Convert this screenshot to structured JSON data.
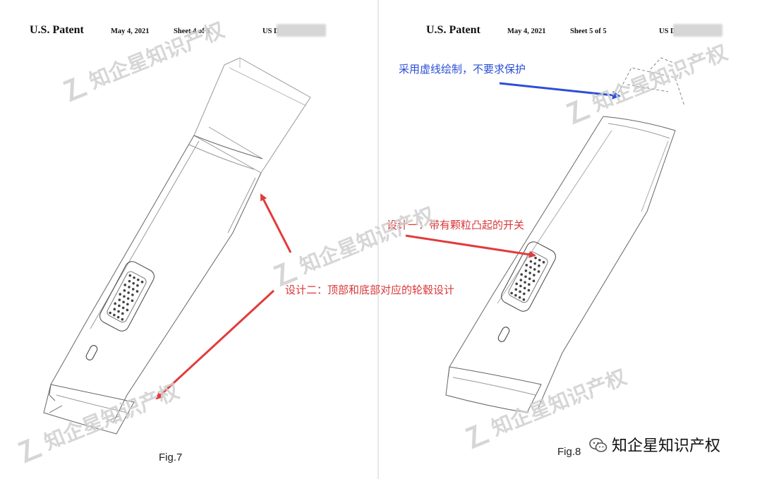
{
  "left_sheet": {
    "patent_label": "U.S. Patent",
    "date": "May 4, 2021",
    "sheet": "Sheet 4 of 5",
    "patent_no_prefix": "US D",
    "figure_label": "Fig.7"
  },
  "right_sheet": {
    "patent_label": "U.S. Patent",
    "date": "May 4, 2021",
    "sheet": "Sheet 5 of 5",
    "patent_no_prefix": "US D",
    "figure_label": "Fig.8"
  },
  "annotations": {
    "dashed_note": "采用虚线绘制，不要求保护",
    "design_one": "设计一：带有颗粒凸起的开关",
    "design_two": "设计二：顶部和底部对应的轮毂设计"
  },
  "watermark": {
    "text": "知企星知识产权"
  },
  "brand": {
    "name": "知企星知识产权"
  },
  "colors": {
    "blue_note": "#2b4fd6",
    "red_note": "#d9383a",
    "watermark": "#cfcfcf"
  }
}
